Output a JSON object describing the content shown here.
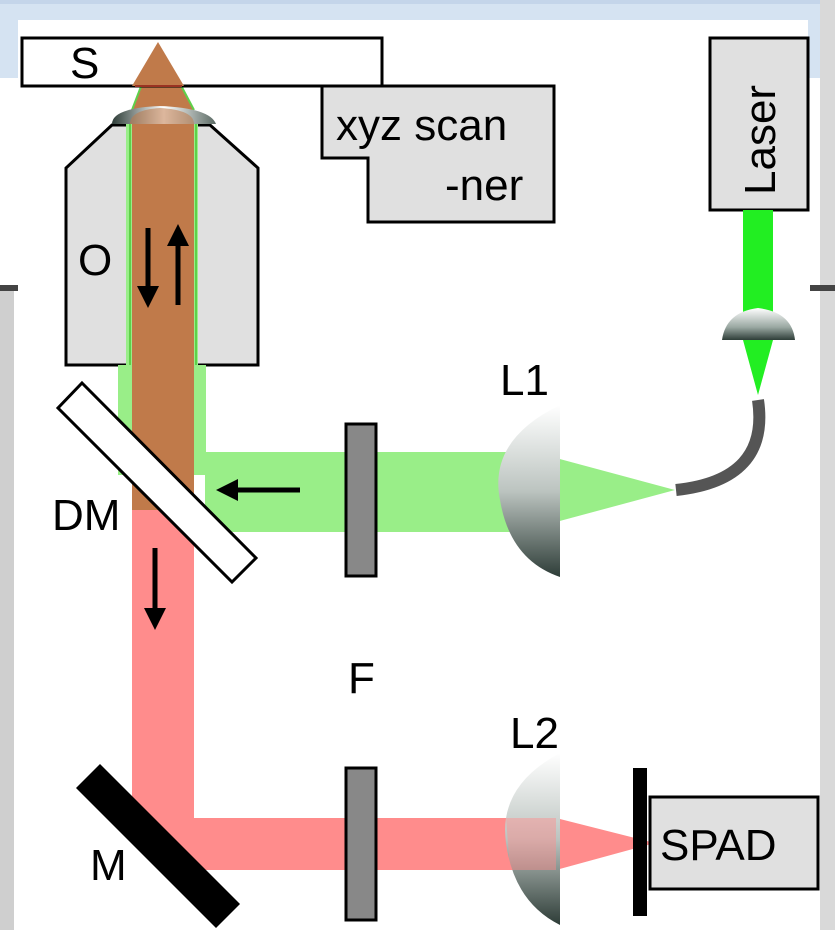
{
  "labels": {
    "sample": "S",
    "scanner_line1": "xyz scan",
    "scanner_line2": "-ner",
    "laser": "Laser",
    "objective": "O",
    "lens1": "L1",
    "lens2": "L2",
    "dichroic_mirror": "DM",
    "filter": "F",
    "mirror": "M",
    "detector": "SPAD"
  },
  "colors": {
    "excitation_beam": "#99ee88",
    "laser_beam": "#22ee22",
    "emission_beam": "#ff8c8c",
    "overlap_beam": "#c07a4a",
    "housing_fill": "#e0e0e0",
    "filter_fill": "#888888",
    "fiber": "#555555",
    "background_frame": "#d5e3f2"
  }
}
